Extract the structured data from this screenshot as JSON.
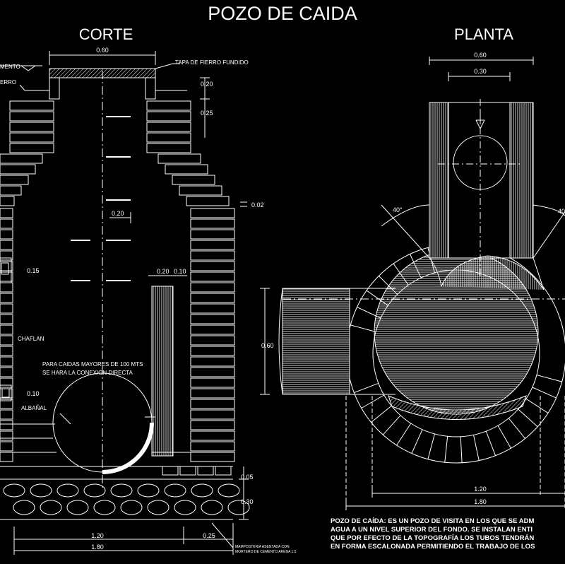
{
  "title": "POZO DE CAIDA",
  "corte": {
    "heading": "CORTE",
    "dim_top_width": "0.60",
    "label_tapa": "TAPA DE FIERRO FUNDIDO",
    "label_pavimento": "MENTO",
    "label_fierro": "ERRO",
    "dim_020_a": "0.20",
    "dim_025": "0.25",
    "dim_002": "0.02",
    "dim_020_b": "0.20",
    "dim_015": "0.15",
    "dim_020_c": "0.20",
    "dim_010_a": "0.10",
    "label_chaflan": "CHAFLAN",
    "note_line1": "PARA CAIDAS MAYORES DE 100 MTS",
    "note_line2": "SE HARA LA CONEXION DIRECTA",
    "dim_010_b": "0.10",
    "label_albanal": "ALBAÑAL",
    "dim_005": "0.05",
    "dim_030": "0.30",
    "dim_120": "1.20",
    "dim_025_b": "0.25",
    "dim_180": "1.80",
    "label_mamposteria1": "MAMPOSTERIA ASENTADA CON",
    "label_mamposteria2": "MORTERO DE CEMENTO ARENA 1:5"
  },
  "planta": {
    "heading": "PLANTA",
    "dim_060": "0.60",
    "dim_030": "0.30",
    "angle_left": "40°",
    "angle_right": "40",
    "dim_side": "0.60",
    "dim_120": "1.20",
    "dim_180": "1.80"
  },
  "description": {
    "line1": "POZO DE CAÍDA: ES UN POZO DE VISITA EN LOS QUE SE ADM",
    "line2": "AGUA A UN NIVEL SUPERIOR DEL FONDO. SE INSTALAN ENTI",
    "line3": "QUE POR EFECTO DE LA TOPOGRAFÍA LOS TUBOS TENDRÁN",
    "line4": "EN FORMA ESCALONADA PERMITIENDO EL TRABAJO DE LOS"
  },
  "colors": {
    "background": "#000000",
    "lines": "#ffffff",
    "dims": "#e8e8e8"
  }
}
